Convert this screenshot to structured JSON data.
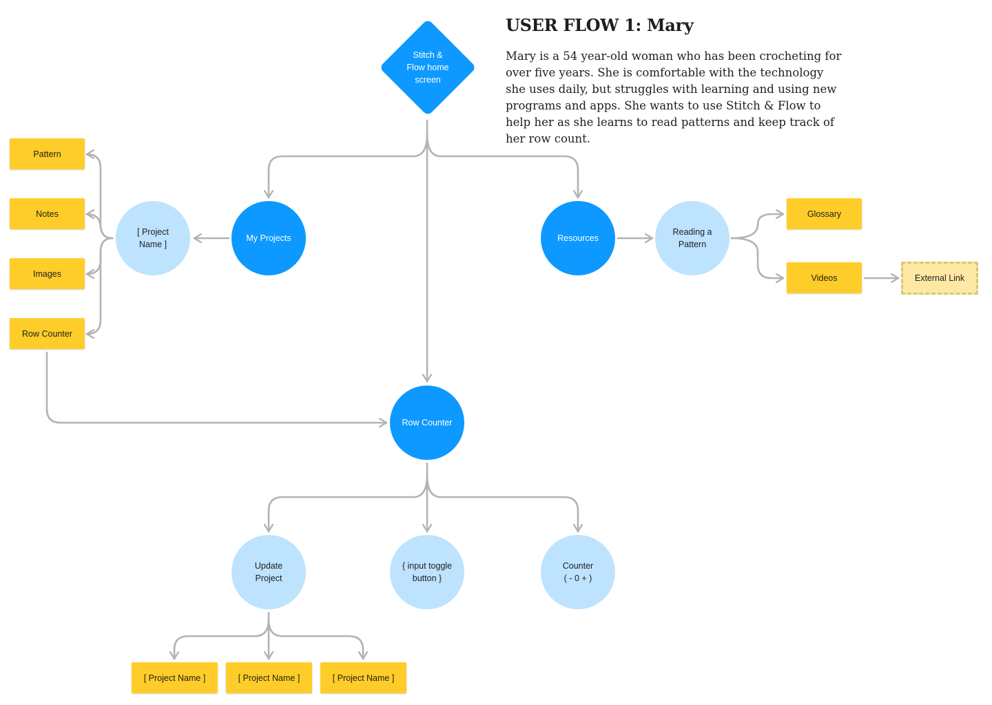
{
  "header": {
    "title": "USER FLOW 1: Mary",
    "description": "Mary is a 54 year-old woman who has been crocheting for over five years. She is comfortable with the technology she uses daily, but struggles with learning and using new programs and apps. She wants to use Stitch & Flow to help her as she learns to read patterns and keep track of her row count."
  },
  "colors": {
    "primary_node": "#0d99ff",
    "secondary_node": "#bde3ff",
    "sticky": "#ffcd29",
    "external_sticky": "#ffe8a3",
    "connector": "#b3b3b3"
  },
  "flow": {
    "home": "Stitch &\nFlow home\nscreen",
    "my_projects": "My Projects",
    "resources": "Resources",
    "row_counter_main": "Row Counter",
    "project_name": "[ Project\nName ]",
    "reading_pattern": "Reading a\nPattern",
    "update_project": "Update\nProject",
    "input_toggle": "{ input toggle\nbutton }",
    "counter": "Counter\n( - 0 + )",
    "project_items": [
      "Pattern",
      "Notes",
      "Images",
      "Row Counter"
    ],
    "glossary": "Glossary",
    "videos": "Videos",
    "external_link": "External Link",
    "project_name_items": [
      "[ Project Name ]",
      "[ Project Name ]",
      "[ Project Name ]"
    ]
  }
}
